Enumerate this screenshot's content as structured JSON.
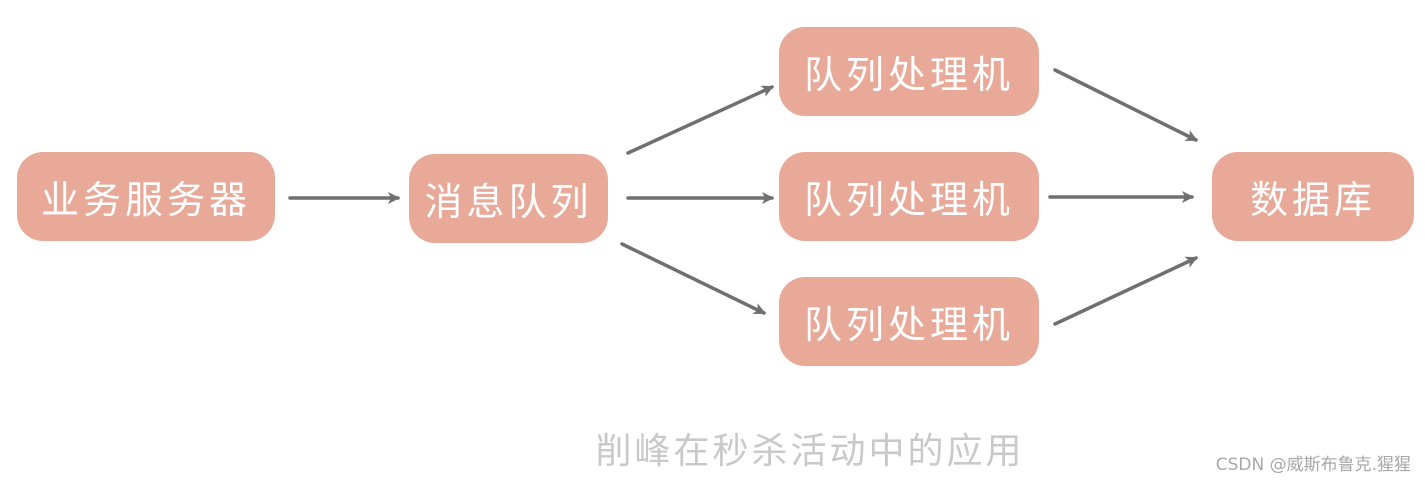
{
  "nodes": {
    "server": "业务服务器",
    "mq": "消息队列",
    "processor_1": "队列处理机",
    "processor_2": "队列处理机",
    "processor_3": "队列处理机",
    "database": "数据库"
  },
  "caption": "削峰在秒杀活动中的应用",
  "watermark": "CSDN @威斯布鲁克.猩猩",
  "colors": {
    "node_fill": "#e8a998",
    "node_text": "#ffffff",
    "arrow": "#6f6f6f",
    "caption": "#c9c9c9"
  }
}
